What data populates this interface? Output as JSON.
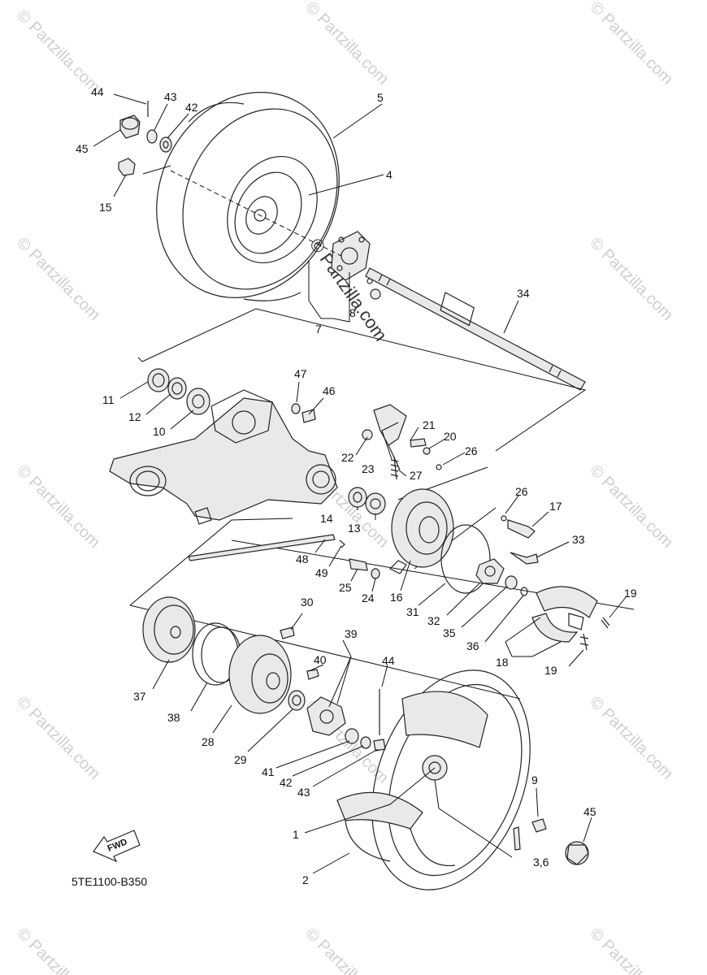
{
  "diagram": {
    "code": "5TE1100-B350",
    "fwd_label": "FWD",
    "watermark": "© Partzilla.com",
    "watermark_center": "© Partzilla.com",
    "callouts": [
      "44",
      "43",
      "42",
      "5",
      "45",
      "15",
      "4",
      "8",
      "7",
      "34",
      "47",
      "46",
      "11",
      "12",
      "10",
      "21",
      "20",
      "22",
      "26",
      "23",
      "27",
      "26",
      "17",
      "14",
      "13",
      "33",
      "48",
      "49",
      "25",
      "24",
      "16",
      "31",
      "32",
      "35",
      "36",
      "19",
      "18",
      "19",
      "30",
      "39",
      "40",
      "44",
      "37",
      "38",
      "28",
      "29",
      "41",
      "42",
      "43",
      "9",
      "45",
      "1",
      "3,6",
      "2"
    ]
  }
}
